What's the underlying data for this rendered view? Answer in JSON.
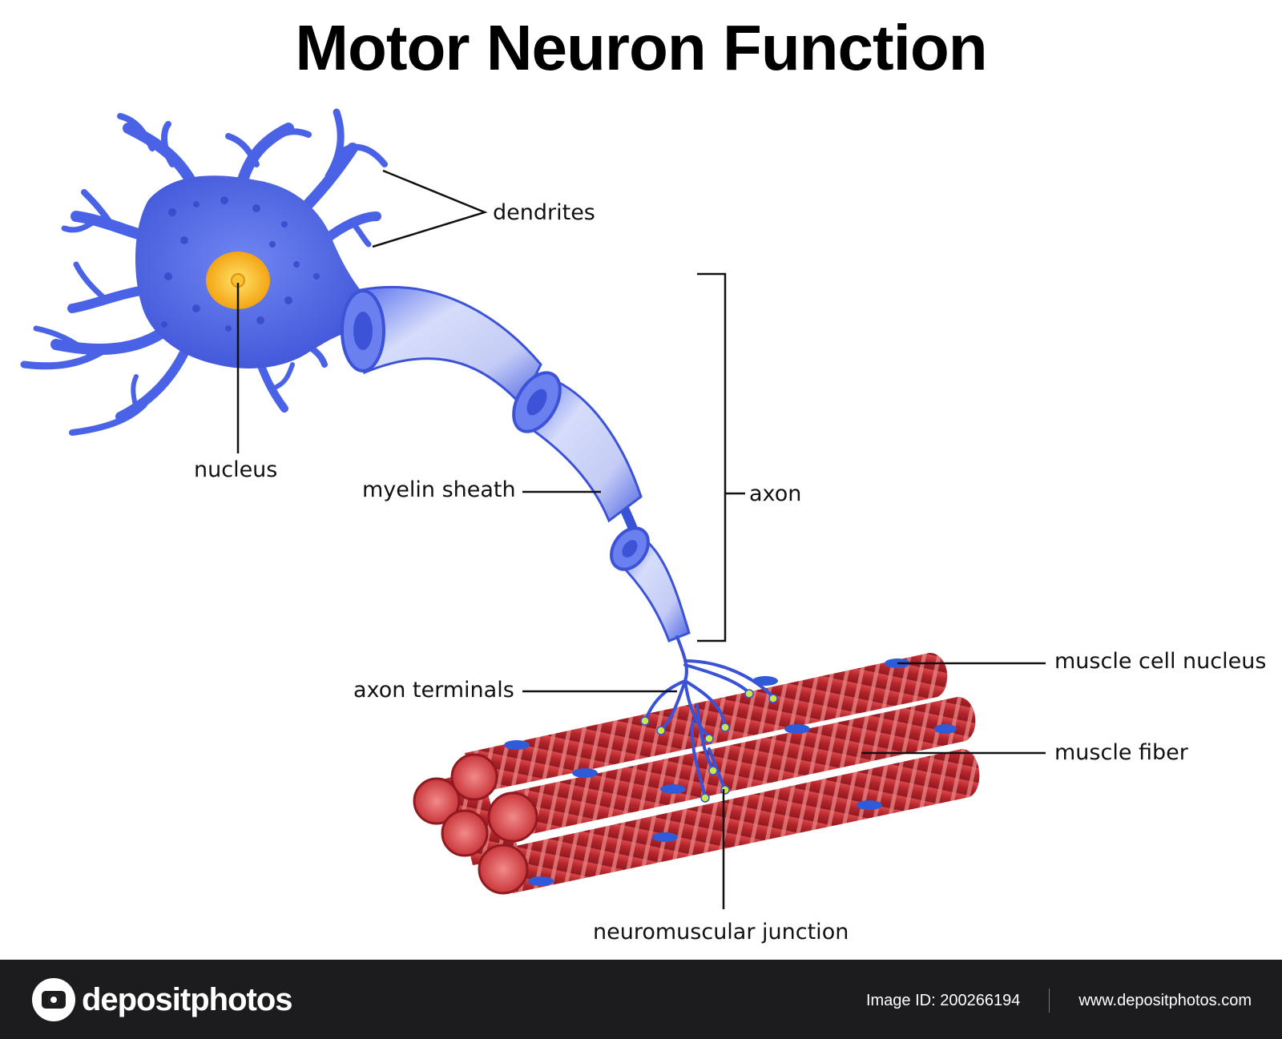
{
  "title": "Motor Neuron Function",
  "labels": {
    "dendrites": "dendrites",
    "nucleus": "nucleus",
    "myelin_sheath": "myelin sheath",
    "axon": "axon",
    "axon_terminals": "axon terminals",
    "muscle_cell_nucleus": "muscle cell nucleus",
    "muscle_fiber": "muscle fiber",
    "neuromuscular_junction": "neuromuscular junction"
  },
  "colors": {
    "neuron": "#4a63e6",
    "nucleus": "#f6b21a",
    "myelin": "#b9c4f5",
    "muscle": "#c0282c",
    "muscle_stripe": "#e98a8a",
    "footer_bg": "#1c1c1e"
  },
  "footer": {
    "brand": "depositphotos",
    "image_id": "Image ID: 200266194",
    "site": "www.depositphotos.com"
  }
}
